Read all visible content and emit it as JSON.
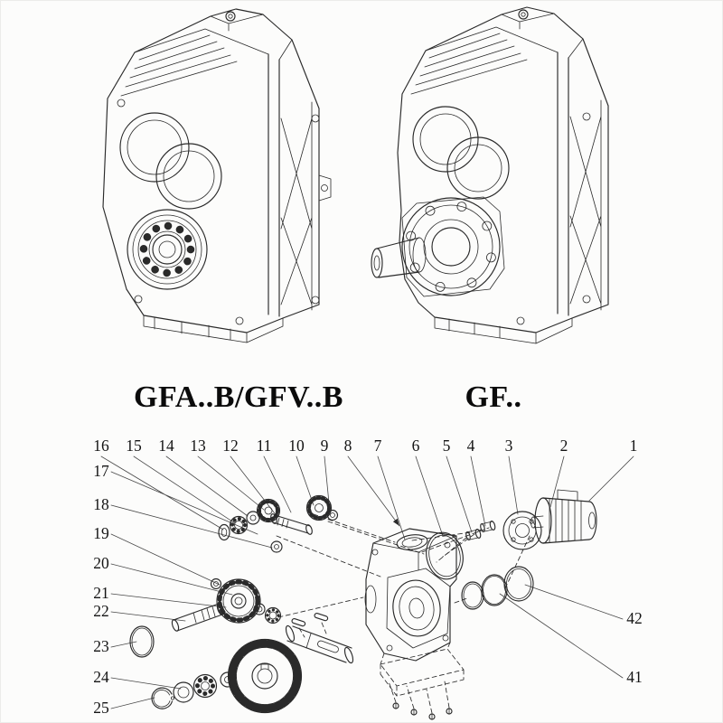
{
  "colors": {
    "ink": "#2a2a2a",
    "background": "#fcfcfb"
  },
  "models": {
    "left_label": "GFA..B/GFV..B",
    "right_label": "GF.."
  },
  "exploded_view": {
    "callouts_top": [
      "16",
      "15",
      "14",
      "13",
      "12",
      "11",
      "10",
      "9",
      "8",
      "7",
      "6",
      "5",
      "4",
      "3",
      "2",
      "1"
    ],
    "callouts_left": [
      "17",
      "18",
      "19",
      "20",
      "21",
      "22",
      "23",
      "24",
      "25"
    ],
    "callouts_right": [
      "42",
      "41"
    ]
  }
}
